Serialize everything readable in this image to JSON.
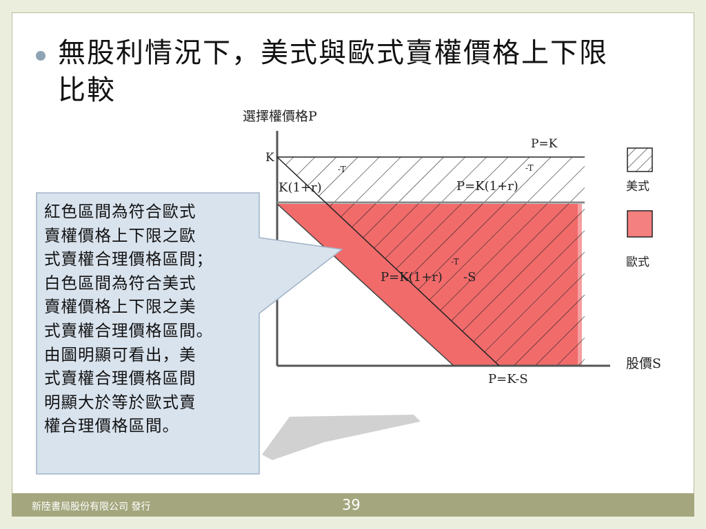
{
  "slide": {
    "title_line1": "無股利情況下，美式與歐式賣權價格上下限",
    "title_line2": "比較",
    "footer_publisher": "新陸書局股份有限公司 發行",
    "page_number": "39"
  },
  "diagram": {
    "y_axis_label": "選擇權價格P",
    "x_axis_label": "股價S",
    "k_tick_label": "K",
    "upper_bound_label": "P=K",
    "pv_strike_left_label": "K(1+r)",
    "pv_strike_left_exp": "-T",
    "pv_strike_right_label": "P=K(1+r)",
    "pv_strike_right_exp": "-T",
    "european_lower_label_pre": "P=K(1+r)",
    "european_lower_label_exp": "-T",
    "european_lower_label_post": "-S",
    "american_lower_label": "P=K-S",
    "legend_american": "美式",
    "legend_european": "歐式",
    "colors": {
      "european_fill": "#f26b6b",
      "hatch": "#222222",
      "axis": "#555555"
    }
  },
  "callout": {
    "text": "紅色區間為符合歐式\n賣權價格上下限之歐\n式賣權合理價格區間；\n白色區間為符合美式\n賣權價格上下限之美\n式賣權合理價格區間。\n由圖明顯可看出，美\n式賣權合理價格區間\n明顯大於等於歐式賣\n權合理價格區間。",
    "fill_color": "#d9e3ee",
    "border_color": "#9fb2c6"
  }
}
